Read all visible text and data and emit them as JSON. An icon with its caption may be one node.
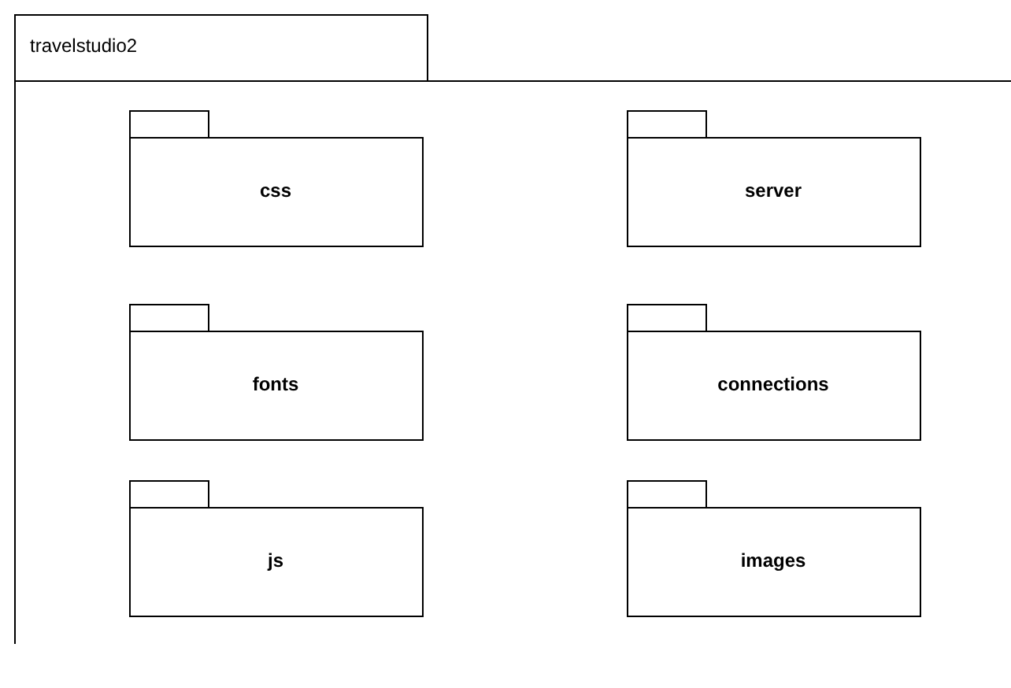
{
  "diagram": {
    "nodes": [
      {
        "text": [
          "travelstudio2"
        ]
      },
      {
        "text": [
          "css"
        ],
        "in": 0
      },
      {
        "text": [
          "server"
        ],
        "in": 0
      },
      {
        "text": [
          "fonts"
        ],
        "in": 0
      },
      {
        "text": [
          "connections"
        ],
        "in": 0
      },
      {
        "text": [
          "js"
        ],
        "in": 0
      },
      {
        "text": [
          "images"
        ],
        "in": 0
      }
    ]
  }
}
